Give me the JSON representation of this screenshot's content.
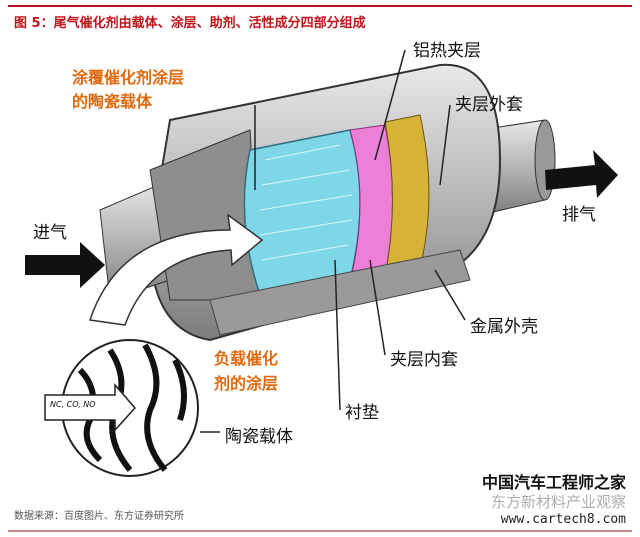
{
  "title": "图 5：尾气催化剂由载体、涂层、助剂、活性成分四部分组成",
  "labels": {
    "coated_carrier_line1": "涂覆催化剂涂层",
    "coated_carrier_line2": "的陶瓷载体",
    "aluminum_layer": "铝热夹层",
    "outer_jacket": "夹层外套",
    "intake": "进气",
    "exhaust": "排气",
    "metal_shell": "金属外壳",
    "inner_jacket": "夹层内套",
    "loaded_coating_line1": "负载催化",
    "loaded_coating_line2": "剂的涂层",
    "liner": "衬垫",
    "ceramic_carrier": "陶瓷载体",
    "gases": "NC, CO, NO"
  },
  "source": "数据来源：百度图片、东方证券研究所",
  "watermark": {
    "name": "中国汽车工程师之家",
    "account": "东方新材料产业观察",
    "url": "www.cartech8.com"
  },
  "colors": {
    "title": "#c0141b",
    "callout": "#e06a10"
  }
}
